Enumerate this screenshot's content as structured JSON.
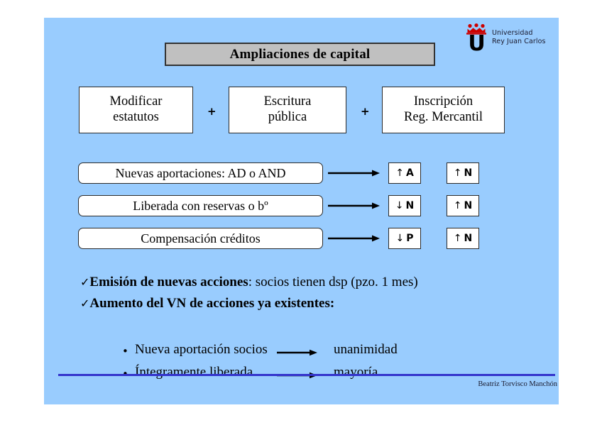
{
  "slide": {
    "background_color": "#99ccfe",
    "title": "Ampliaciones de capital",
    "title_box_color": "#c0c0c0"
  },
  "logo": {
    "name": "universidad-rey-juan-carlos-logo",
    "letter": "U",
    "line1": "Universidad",
    "line2": "Rey Juan Carlos",
    "crown_color": "#cc0000"
  },
  "requirements": {
    "boxes": [
      {
        "line1": "Modificar",
        "line2": "estatutos"
      },
      {
        "line1": "Escritura",
        "line2": "pública"
      },
      {
        "line1": "Inscripción",
        "line2": "Reg. Mercantil"
      }
    ],
    "operator": "+"
  },
  "modalities": {
    "rows": [
      {
        "label": "Nuevas aportaciones: AD o AND",
        "effect_a": {
          "arrow": "↑",
          "letter": "A"
        },
        "effect_b": {
          "arrow": "↑",
          "letter": "N"
        }
      },
      {
        "label": "Liberada con reservas o bº",
        "effect_a": {
          "arrow": "↓",
          "letter": "N"
        },
        "effect_b": {
          "arrow": "↑",
          "letter": "N"
        }
      },
      {
        "label": "Compensación créditos",
        "effect_a": {
          "arrow": "↓",
          "letter": "P"
        },
        "effect_b": {
          "arrow": "↑",
          "letter": "N"
        }
      }
    ]
  },
  "checks": {
    "marker": "✓",
    "items": [
      {
        "strong": "Emisión de nuevas acciones",
        "rest": ": socios tienen dsp (pzo. 1 mes)"
      },
      {
        "strong": "Aumento del VN de acciones ya existentes:",
        "rest": ""
      }
    ]
  },
  "bullets": {
    "marker": "•",
    "items": [
      {
        "text": "Nueva aportación socios",
        "result": "unanimidad"
      },
      {
        "text": "Íntegramente liberada",
        "result": "mayoría"
      }
    ]
  },
  "footer": {
    "author": "Beatriz Torvisco Manchón",
    "divider_color": "#3333cc"
  }
}
